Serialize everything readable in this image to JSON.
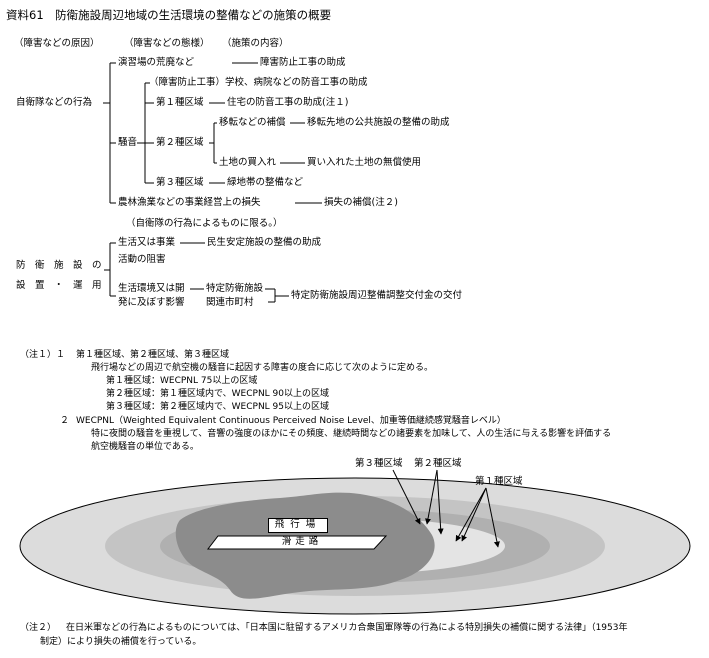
{
  "title": "資料61　防衛施設周辺地域の生活環境の整備などの施策の概要",
  "headers": {
    "cause": "（障害などの原因）",
    "form": "（障害などの態様）",
    "measure": "（施策の内容）"
  },
  "tree1": {
    "root": "自衛隊などの行為",
    "item_training": "演習場の荒廃など",
    "item_training_measure": "障害防止工事の助成",
    "item_noise_prevention": "（障害防止工事）学校、病院などの防音工事の助成",
    "noise": "騒音",
    "zone1": "第１種区域",
    "zone1_measure": "住宅の防音工事の助成(注１)",
    "zone2": "第２種区域",
    "relocation": "移転などの補償",
    "relocation_measure": "移転先地の公共施設の整備の助成",
    "land_purchase": "土地の買入れ",
    "land_purchase_measure": "買い入れた土地の無償使用",
    "zone3": "第３種区域",
    "zone3_measure": "緑地帯の整備など",
    "agri": "農林漁業などの事業経営上の損失",
    "agri_measure": "損失の補償(注２)"
  },
  "tree2": {
    "limit_note": "（自衛隊の行為によるものに限る。）",
    "root_line1": "防　衛　施　設　の",
    "root_line2": "設　置　・　運　用",
    "livelihood1": "生活又は事業",
    "livelihood2": "活動の阻害",
    "livelihood_measure": "民生安定施設の整備の助成",
    "env1": "生活環境又は開",
    "env2": "発に及ぼす影響",
    "specific_facility": "特定防衛施設",
    "related_town": "関連市町村",
    "grant": "特定防衛施設周辺整備調整交付金の交付"
  },
  "notes": {
    "n1_label": "（注１）１",
    "n1_head": "第１種区域、第２種区域、第３種区域",
    "n1_body": "飛行場などの周辺で航空機の騒音に起因する障害の度合に応じて次のように定める。",
    "n1_z1": "第１種区域：WECPNL 75以上の区域",
    "n1_z2": "第２種区域：第１種区域内で、WECPNL 90以上の区域",
    "n1_z3": "第３種区域：第２種区域内で、WECPNL 95以上の区域",
    "n2_label": "２",
    "n2_head": "WECPNL（Weighted Equivalent Continuous Perceived Noise Level、加重等価継続感覚騒音レベル）",
    "n2_body1": "特に夜間の騒音を重視して、音響の強度のほかにその頻度、継続時間などの諸要素を加味して、人の生活に与える影響を評価する",
    "n2_body2": "航空機騒音の単位である。",
    "n3_label": "（注２）",
    "n3_body1": "在日米軍などの行為によるものについては、「日本国に駐留するアメリカ合衆国軍隊等の行為による特別損失の補償に関する法律」（1953年",
    "n3_body2": "制定）により損失の補償を行っている。"
  },
  "diagram": {
    "zone3_label": "第３種区域",
    "zone2_label": "第２種区域",
    "zone1_label": "第１種区域",
    "airfield": "飛行場",
    "runway": "滑走路",
    "colors": {
      "zone1": "#dcdcdc",
      "zone2": "#c4c4c4",
      "zone3": "#e8e8e8",
      "land": "#8c8c8c"
    }
  }
}
